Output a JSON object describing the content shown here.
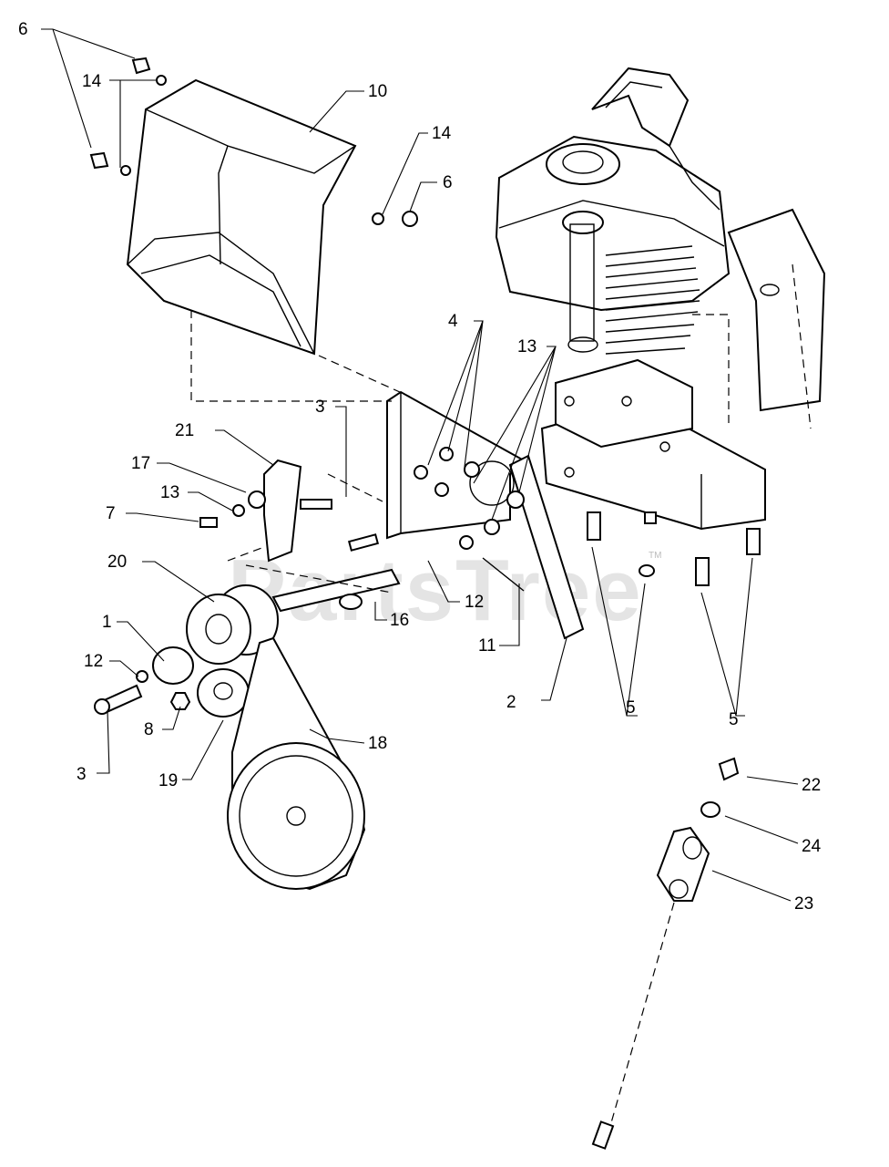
{
  "watermark": {
    "text": "PartsTree",
    "trademark": "TM"
  },
  "callouts": {
    "c1": "1",
    "c2": "2",
    "c3a": "3",
    "c3b": "3",
    "c4": "4",
    "c5a": "5",
    "c5b": "5",
    "c6a": "6",
    "c6b": "6",
    "c7": "7",
    "c8": "8",
    "c10": "10",
    "c11": "11",
    "c12a": "12",
    "c12b": "12",
    "c13a": "13",
    "c13b": "13",
    "c14a": "14",
    "c14b": "14",
    "c16": "16",
    "c17": "17",
    "c18": "18",
    "c19": "19",
    "c20": "20",
    "c21": "21",
    "c22": "22",
    "c23": "23",
    "c24": "24"
  }
}
